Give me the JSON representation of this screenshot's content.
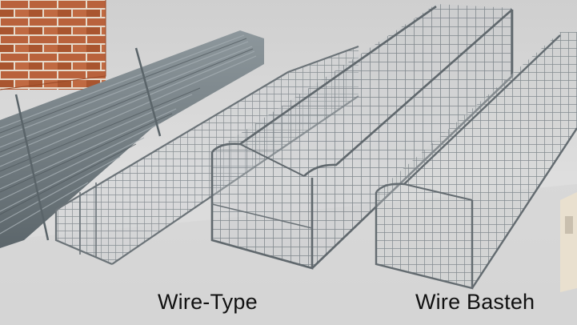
{
  "captions": {
    "left": "Wire-Type",
    "right": "Wire Basteh"
  },
  "palette": {
    "background": "#dcdcdc",
    "floor": "#d0d0d0",
    "brick": "#b8603a",
    "mortar": "#e8ddd0",
    "steel_rod": "#6f7a80",
    "wire": "#8a9196",
    "block": "#ece4d4"
  },
  "objects": [
    "brick-wall",
    "rebar-bundle",
    "small-wire-mesh-cage",
    "large-wire-mesh-cage",
    "right-wire-mesh-cage",
    "concrete-block"
  ]
}
